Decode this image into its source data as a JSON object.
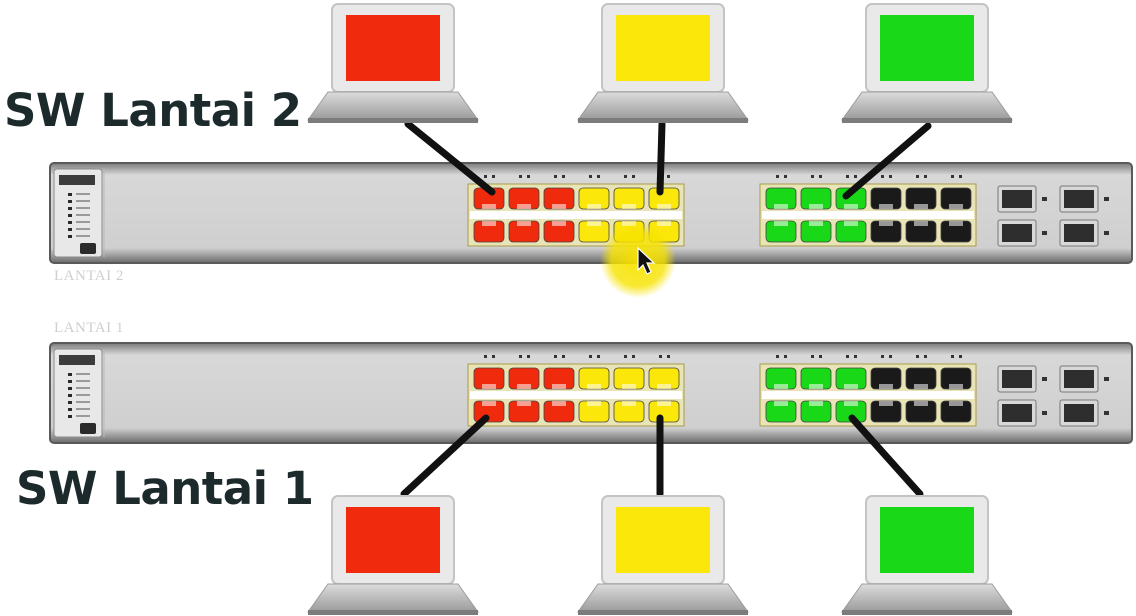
{
  "labels": {
    "switch_top": "SW Lantai 2",
    "switch_bottom": "SW Lantai 1",
    "floor_top": "LANTAI 2",
    "floor_bottom": "LANTAI 1"
  },
  "colors": {
    "vlan_red": "#f02a0c",
    "vlan_yellow": "#fbe70a",
    "vlan_green": "#18d818",
    "port_unused": "#1a1a1a",
    "cable": "#111111",
    "cursor_highlight": "#f5e000"
  },
  "switches": [
    {
      "name": "SW Lantai 2",
      "floor": "LANTAI 2",
      "ports_block_a": [
        "red",
        "red",
        "red",
        "yellow",
        "yellow",
        "yellow"
      ],
      "ports_block_b": [
        "green",
        "green",
        "green",
        "black",
        "black",
        "black"
      ],
      "uplink_ports": 4
    },
    {
      "name": "SW Lantai 1",
      "floor": "LANTAI 1",
      "ports_block_a": [
        "red",
        "red",
        "red",
        "yellow",
        "yellow",
        "yellow"
      ],
      "ports_block_b": [
        "green",
        "green",
        "green",
        "black",
        "black",
        "black"
      ],
      "uplink_ports": 4
    }
  ],
  "laptops": [
    {
      "switch": "SW Lantai 2",
      "screen": "red"
    },
    {
      "switch": "SW Lantai 2",
      "screen": "yellow"
    },
    {
      "switch": "SW Lantai 2",
      "screen": "green"
    },
    {
      "switch": "SW Lantai 1",
      "screen": "red"
    },
    {
      "switch": "SW Lantai 1",
      "screen": "yellow"
    },
    {
      "switch": "SW Lantai 1",
      "screen": "green"
    }
  ],
  "icons": [
    "laptop-icon",
    "switch-icon",
    "cursor-icon"
  ]
}
